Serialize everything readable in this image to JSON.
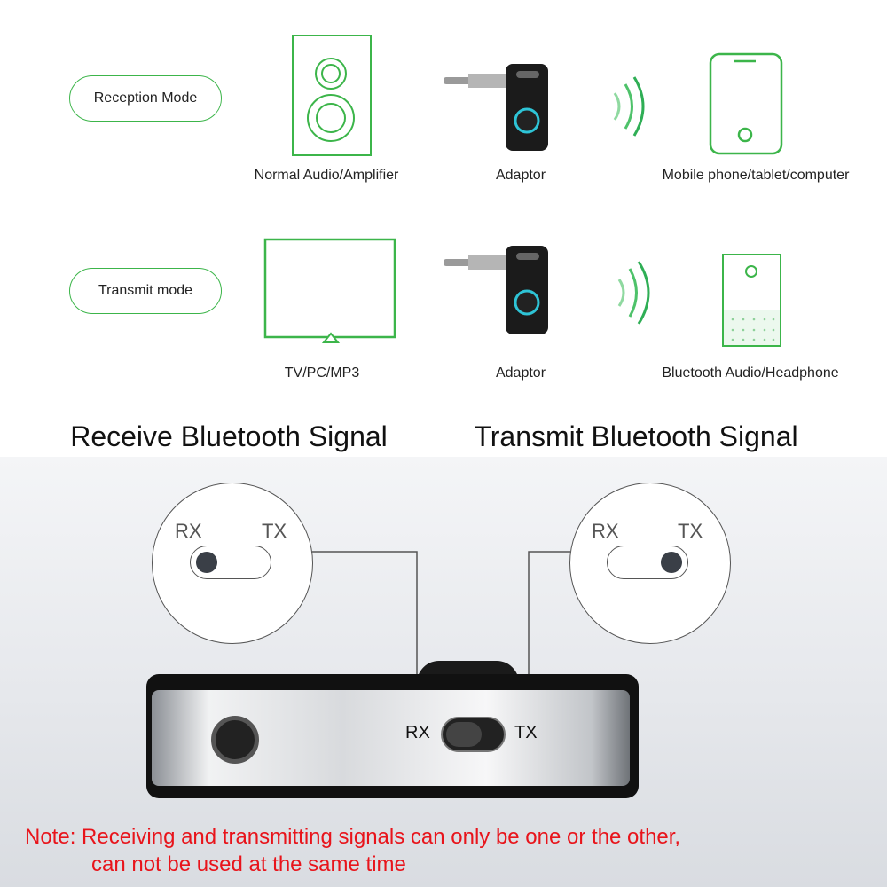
{
  "modes": [
    {
      "label": "Reception Mode",
      "source": "Normal Audio/Amplifier",
      "adaptor": "Adaptor",
      "target": "Mobile phone/tablet/computer"
    },
    {
      "label": "Transmit mode",
      "source": "TV/PC/MP3",
      "adaptor": "Adaptor",
      "target": "Bluetooth Audio/Headphone"
    }
  ],
  "headings": {
    "receive": "Receive Bluetooth Signal",
    "transmit": "Transmit Bluetooth Signal"
  },
  "switch": {
    "rx": "RX",
    "tx": "TX"
  },
  "note": {
    "line1": "Note: Receiving and transmitting signals can only be one or the other,",
    "line2": "can not be used at the same time"
  },
  "colors": {
    "green": "#3cb54a",
    "note": "#e8141b"
  }
}
